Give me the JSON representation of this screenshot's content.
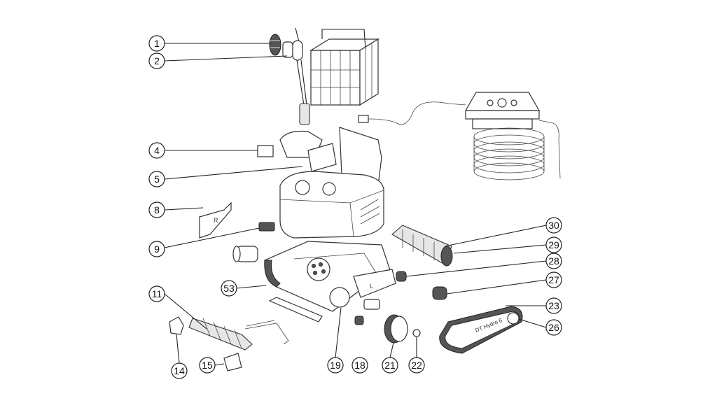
{
  "callouts": [
    "1",
    "2",
    "4",
    "5",
    "8",
    "9",
    "11",
    "14",
    "15",
    "53",
    "19",
    "18",
    "21",
    "22",
    "30",
    "29",
    "28",
    "27",
    "23",
    "26"
  ],
  "part_markings": {
    "right_side": "R",
    "left_side": "L",
    "track_cover": "DT Hydro 6"
  }
}
